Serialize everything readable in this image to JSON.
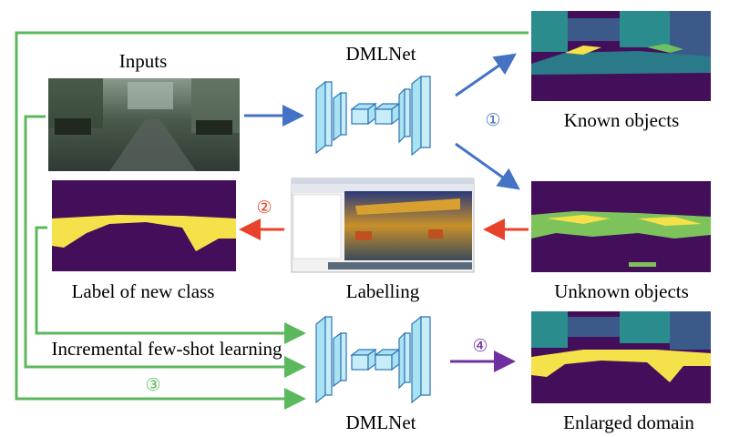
{
  "labels": {
    "inputs": "Inputs",
    "dmlnet_top": "DMLNet",
    "known": "Known objects",
    "label_new": "Label of new class",
    "labelling": "Labelling",
    "unknown": "Unknown objects",
    "incremental": "Incremental few-shot learning",
    "dmlnet_bottom": "DMLNet",
    "enlarged": "Enlarged domain"
  },
  "steps": {
    "one": "①",
    "two": "②",
    "three": "③",
    "four": "④"
  },
  "colors": {
    "blue": "#4472c4",
    "red": "#e8432a",
    "green": "#5cb85c",
    "purple": "#7030a0",
    "net_fill": "#a9e2f3",
    "net_stroke": "#2e75b6",
    "seg_bg": "#440f5a",
    "seg_yellow": "#f5e14a",
    "seg_teal": "#2a8c8c"
  }
}
